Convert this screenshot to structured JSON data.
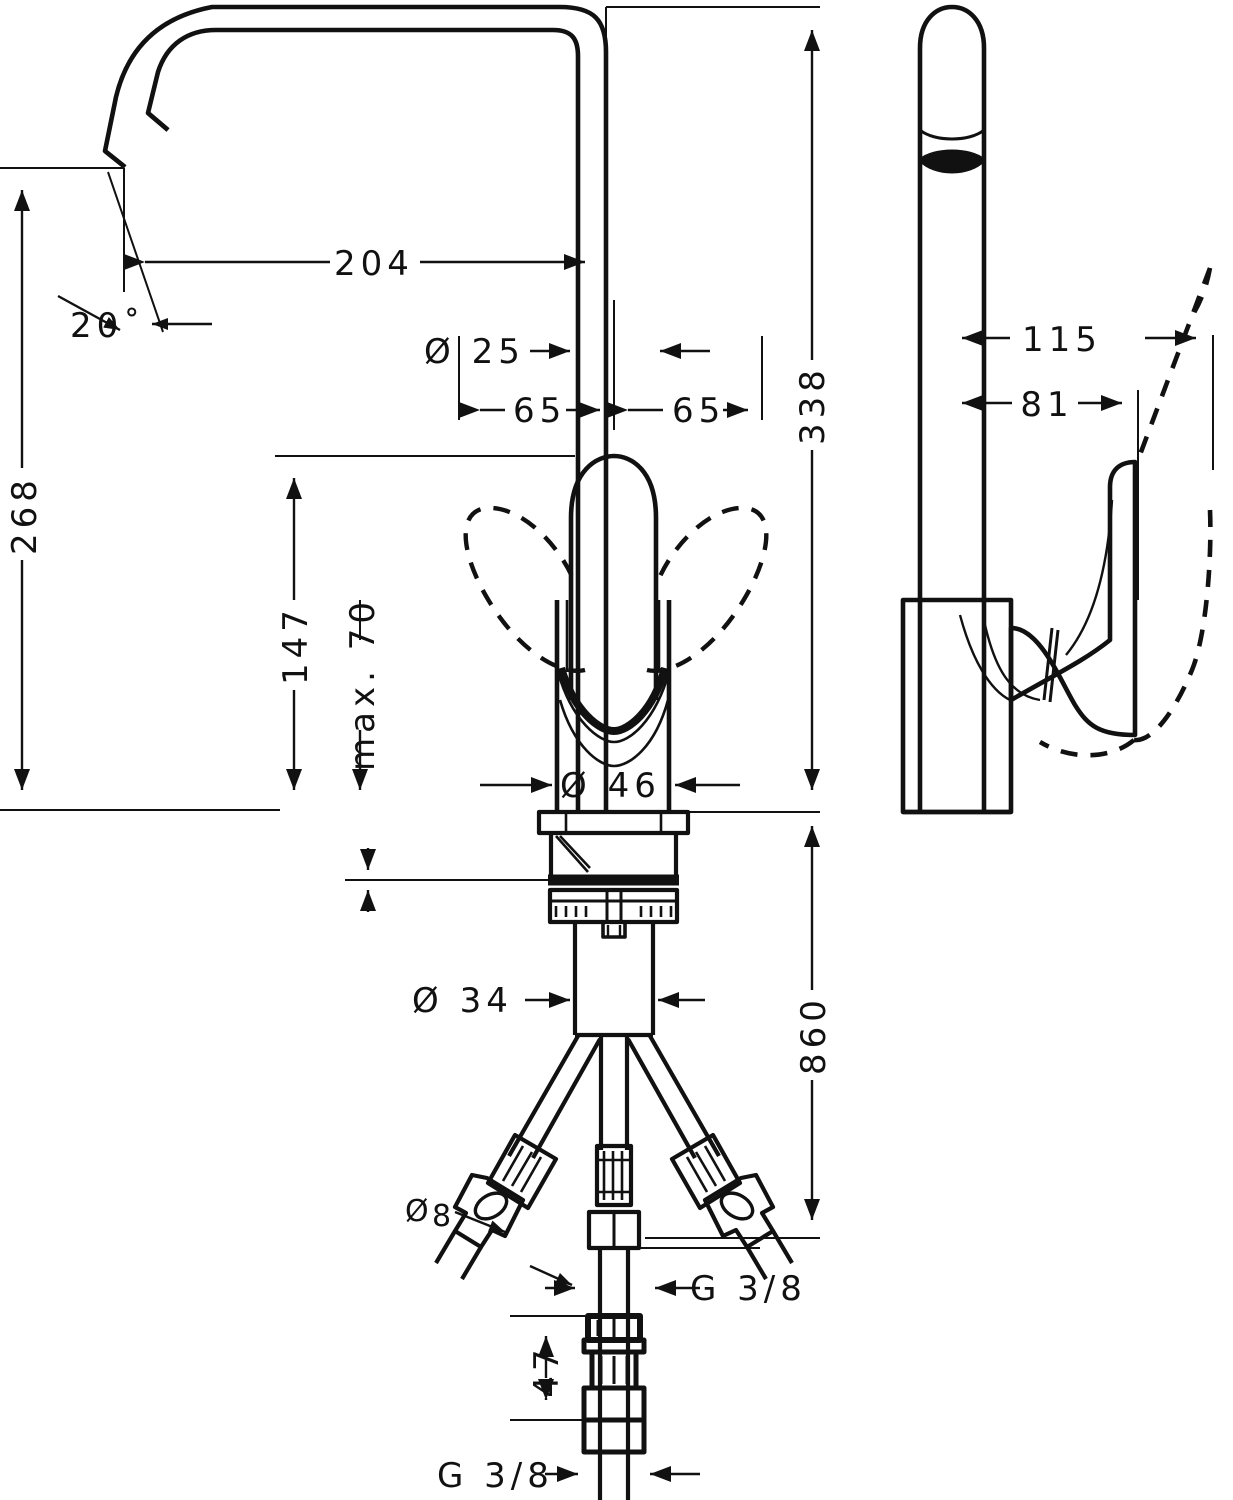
{
  "drawing": {
    "kind": "technical-dimension-drawing",
    "subject": "single-lever kitchen mixer tap",
    "units": "mm",
    "line_color": "#111111",
    "background": "#ffffff",
    "views": [
      {
        "id": "front-view",
        "label": "front elevation"
      },
      {
        "id": "side-view",
        "label": "side elevation"
      }
    ]
  },
  "dimensions": {
    "spout_reach": "204",
    "spout_tube_diameter": "Ø 25",
    "swivel_left": "65",
    "swivel_right": "65",
    "outlet_angle": "20˚",
    "spout_height": "268",
    "total_height": "338",
    "lever_height": "147",
    "lever_clearance": "max. 70",
    "body_diameter": "Ø 46",
    "shank_diameter": "Ø 34",
    "hose_length": "860",
    "hose_diameter": "Ø 8",
    "connection_thread_upper": "G 3/8",
    "connection_thread_lower": "G 3/8",
    "coupling_length": "47",
    "side_depth_total": "115",
    "side_depth_lever": "81"
  },
  "labels": {
    "d204": "204",
    "d25": "Ø 25",
    "d65_left": "65",
    "d65_right": "65",
    "d20deg": "20˚",
    "d268": "268",
    "d338": "338",
    "d147": "147",
    "dmax70": "max. 70",
    "d46": "Ø 46",
    "d34": "Ø 34",
    "d860": "860",
    "d8": "8",
    "dg38_upper": "G 3/8",
    "dg38_lower": "G 3/8",
    "d47": "47",
    "d115": "115",
    "d81": "81"
  }
}
